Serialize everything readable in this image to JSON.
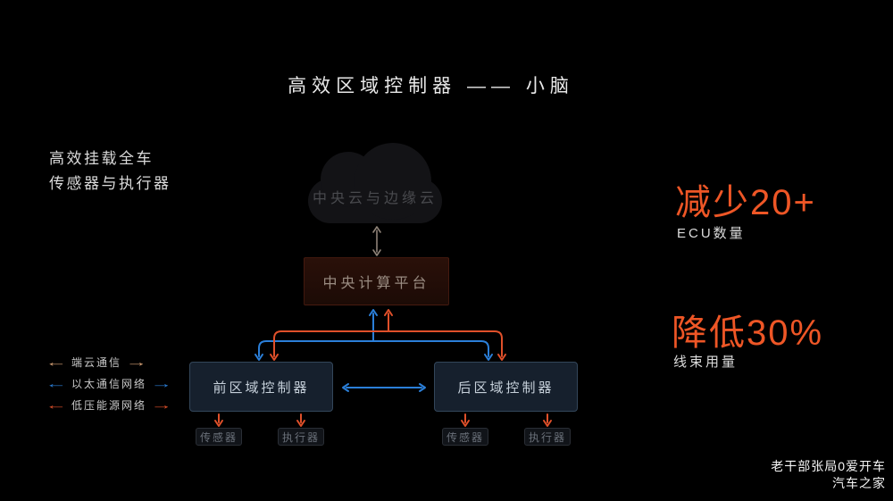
{
  "title": "高效区域控制器 —— 小脑",
  "left_note": {
    "line1": "高效挂载全车",
    "line2": "传感器与执行器"
  },
  "diagram": {
    "cloud_label": "中央云与边缘云",
    "platform_label": "中央计算平台",
    "front_controller_label": "前区域控制器",
    "rear_controller_label": "后区域控制器",
    "front_sensor_label": "传感器",
    "front_actuator_label": "执行器",
    "rear_sensor_label": "传感器",
    "rear_actuator_label": "执行器"
  },
  "legend": {
    "items": [
      {
        "label": "端云通信",
        "color": "#d9a377"
      },
      {
        "label": "以太通信网络",
        "color": "#2b7fd9"
      },
      {
        "label": "低压能源网络",
        "color": "#e0502a"
      }
    ]
  },
  "icons": {
    "arrow_left": "←",
    "arrow_right": "→"
  },
  "stats": [
    {
      "value": "减少20+",
      "caption": "ECU数量"
    },
    {
      "value": "降低30%",
      "caption": "线束用量"
    }
  ],
  "watermark": {
    "line1": "老干部张局0爱开车",
    "line2": "汽车之家"
  },
  "colors": {
    "background": "#000000",
    "accent_orange": "#ee5626",
    "accent_blue": "#2b7fd9",
    "accent_red": "#e0502a",
    "accent_tan": "#d9a377",
    "cloud_fill": "#131316",
    "platform_fill": "#2a1009",
    "controller_fill": "#16202d"
  }
}
